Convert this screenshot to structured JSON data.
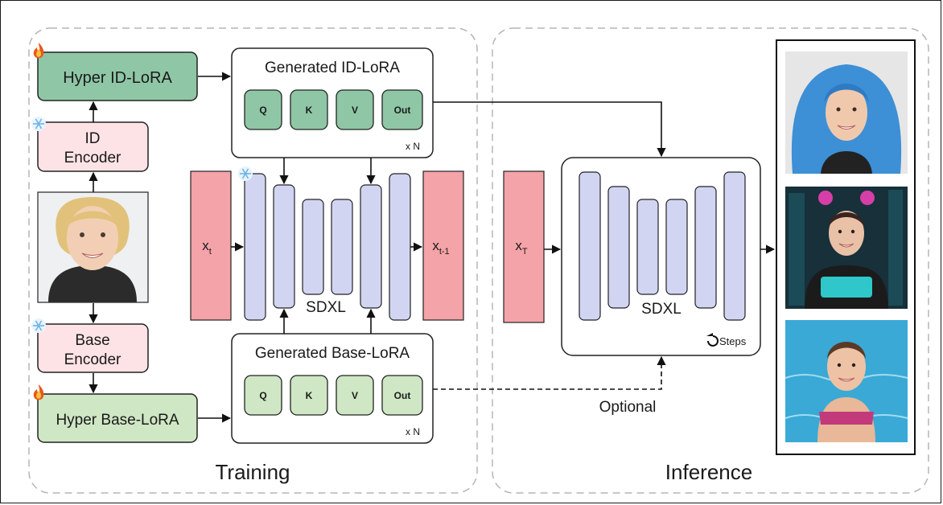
{
  "training": {
    "section_label": "Training",
    "hyper_id_lora": "Hyper ID-LoRA",
    "id_encoder": [
      "ID",
      "Encoder"
    ],
    "base_encoder": [
      "Base",
      "Encoder"
    ],
    "hyper_base_lora": "Hyper Base-LoRA",
    "generated_id_lora": {
      "title": "Generated ID-LoRA",
      "cells": [
        "Q",
        "K",
        "V",
        "Out"
      ],
      "repeat": "x N"
    },
    "generated_base_lora": {
      "title": "Generated Base-LoRA",
      "cells": [
        "Q",
        "K",
        "V",
        "Out"
      ],
      "repeat": "x N"
    },
    "unet_label": "SDXL",
    "input_latent": {
      "base": "x",
      "sub": "t"
    },
    "output_latent": {
      "base": "x",
      "sub": "t-1"
    }
  },
  "inference": {
    "section_label": "Inference",
    "input_latent": {
      "base": "x",
      "sub": "T"
    },
    "unet_label": "SDXL",
    "steps_label": "Steps",
    "optional_label": "Optional"
  },
  "icons": {
    "trainable": "flame-icon",
    "frozen": "snowflake-icon",
    "steps": "loop-arrow-icon"
  },
  "colors": {
    "id_lora_green": "#8fc7a6",
    "base_lora_green": "#cfe7c4",
    "encoder_pink": "#fde3e6",
    "latent_red": "#f4a3a8",
    "unet_lavender": "#d2d5f2",
    "flame": "#e8581c",
    "frost": "#8fc8ee"
  }
}
